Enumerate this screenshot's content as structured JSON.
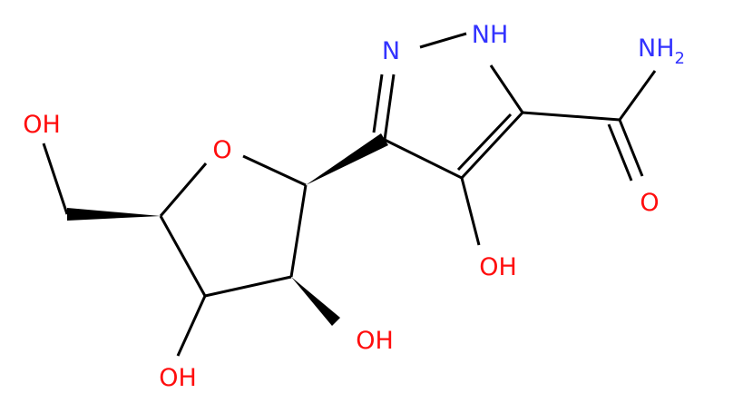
{
  "molecule": {
    "atoms": {
      "n_pyrazole": "N",
      "nh_pyrazole": "NH",
      "nh2_main": "NH",
      "nh2_sub": "2",
      "o_carbonyl": "O",
      "oh_pyrazole": "OH",
      "o_ring": "O",
      "oh_ch2": "OH",
      "oh_c2": "OH",
      "oh_c3": "OH"
    },
    "colors": {
      "bond": "#000000",
      "nitrogen": "#3333ff",
      "oxygen": "#ff0d0d",
      "background": "#ffffff"
    }
  }
}
